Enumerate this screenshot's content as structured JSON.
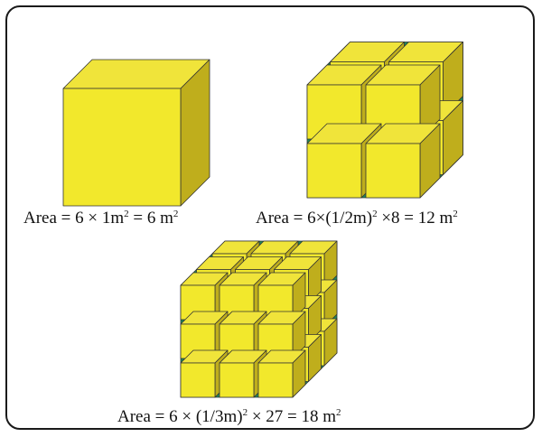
{
  "captions": {
    "single_cube": {
      "prefix": "Area = 6 × 1m",
      "sup": "2",
      "middle": " = 6 m",
      "sup2": "2"
    },
    "eight_cubes": {
      "prefix": "Area = 6×(1/2m)",
      "sup": "2",
      "middle": " ×8 = 12 m",
      "sup2": "2"
    },
    "twenty_seven_cubes": {
      "prefix": "Area = 6 × (1/3m)",
      "sup": "2",
      "middle": " × 27 = 18 m",
      "sup2": "2"
    }
  },
  "colors": {
    "cube_front": "#f2e82c",
    "cube_top": "#f0e43a",
    "cube_side": "#bfae1c",
    "gap": "#1e8a5a",
    "edge": "#333333",
    "border": "#1a1a1a"
  }
}
